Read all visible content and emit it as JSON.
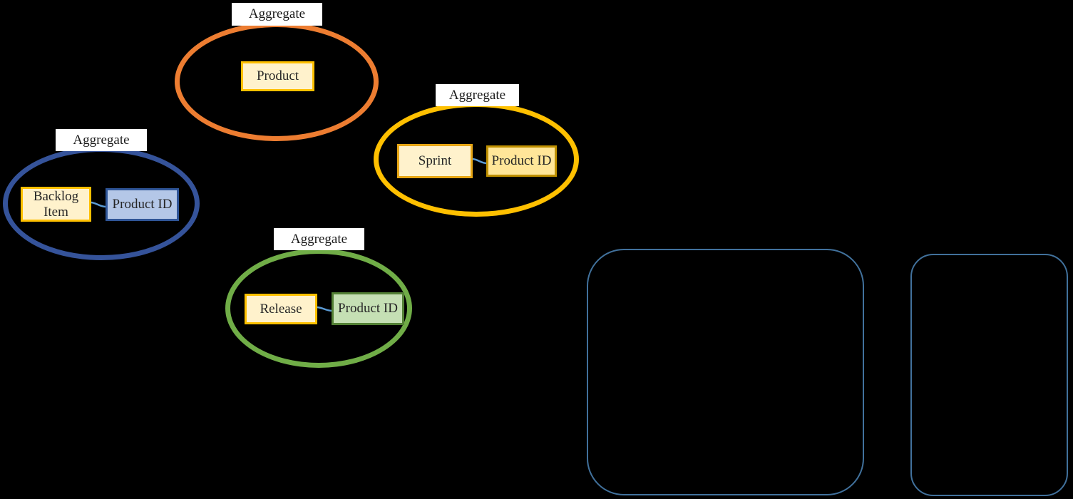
{
  "palette": {
    "background": "#000000",
    "connector": "#5B9BD5",
    "context_border": "#41719C",
    "label_background": "#FFFFFF",
    "text": "#1F1F1F"
  },
  "aggregates": [
    {
      "label": "Aggregate",
      "entity": "Product",
      "ellipse_color": "#ED7D31",
      "entity_fill": "#FFF2CC",
      "entity_border": "#FFC000"
    },
    {
      "label": "Aggregate",
      "entity": "Backlog Item",
      "value_object": "Product ID",
      "ellipse_color": "#35539A",
      "entity_fill": "#FFF2CC",
      "entity_border": "#FFC000",
      "value_fill": "#B4C7E7",
      "value_border": "#2F5597"
    },
    {
      "label": "Aggregate",
      "entity": "Sprint",
      "value_object": "Product ID",
      "ellipse_color": "#FFC000",
      "entity_fill": "#FFF2CC",
      "entity_border": "#E7A615",
      "value_fill": "#FFE699",
      "value_border": "#BF9000"
    },
    {
      "label": "Aggregate",
      "entity": "Release",
      "value_object": "Product ID",
      "ellipse_color": "#70AD47",
      "entity_fill": "#FFF2CC",
      "entity_border": "#FFC000",
      "value_fill": "#C5E0B4",
      "value_border": "#538135"
    }
  ],
  "context_boxes": [
    {
      "name": "large-context-box"
    },
    {
      "name": "small-context-box"
    }
  ]
}
